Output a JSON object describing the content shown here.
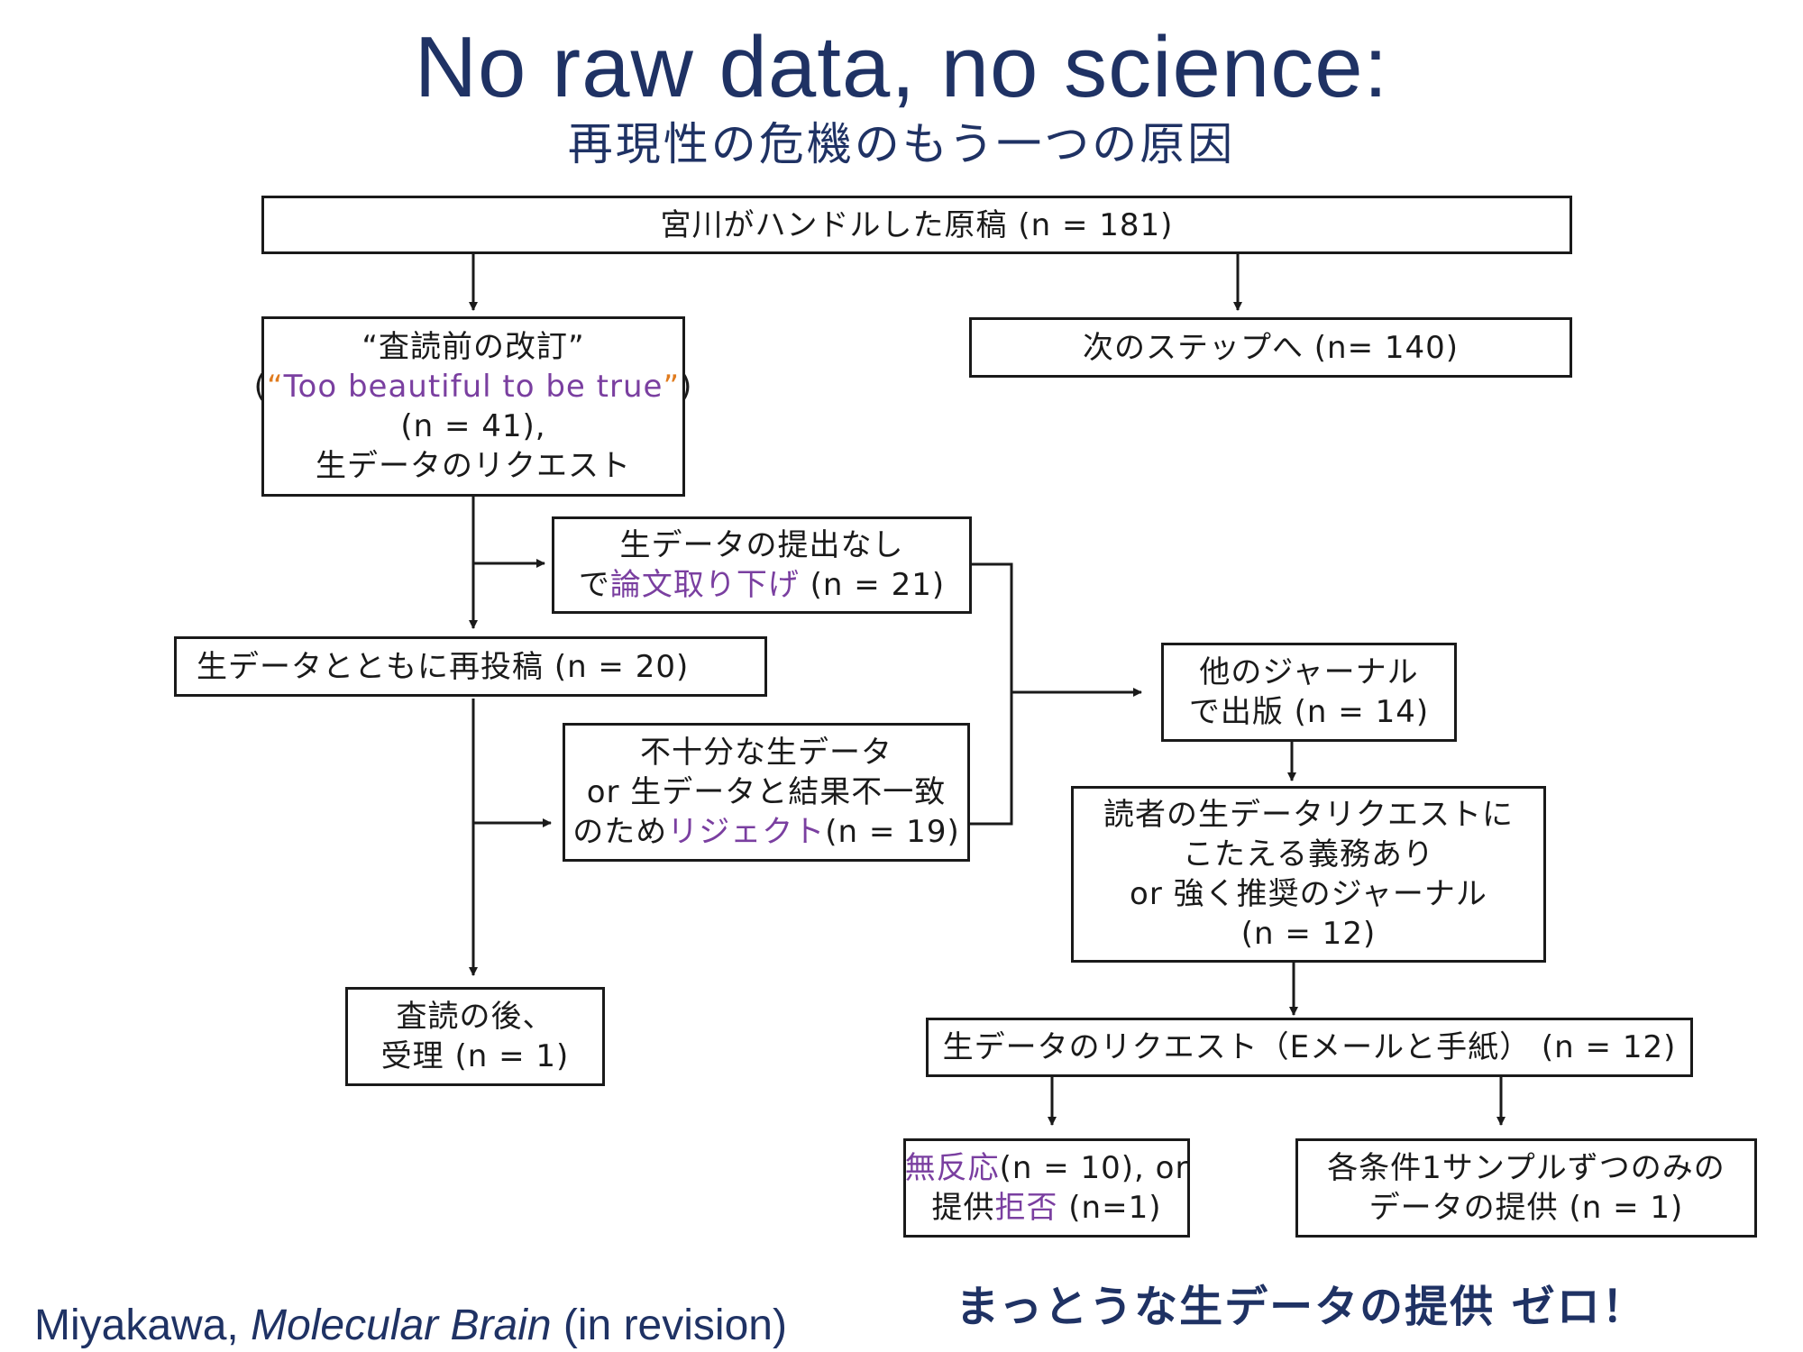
{
  "title": "No raw data, no science:",
  "subtitle": "再現性の危機のもう一つの原因",
  "nodes": {
    "manuscripts": {
      "text": "宮川がハンドルした原稿",
      "count": "(n = 181)"
    },
    "next_step": {
      "text": "次のステップへ",
      "count": "(n= 140)"
    },
    "revise_before_review": {
      "line1": "“査読前の改訂”",
      "open_paren": "(",
      "quote_open": "“",
      "highlight": "Too beautiful to be true",
      "quote_close": "”",
      "close_paren": ")",
      "count": "(n = 41),",
      "line4": "生データのリクエスト"
    },
    "withdrawn": {
      "line1": "生データの提出なし",
      "prefix": "で",
      "highlight": "論文取り下げ",
      "count": "(n = 21)"
    },
    "resubmitted": {
      "text": "生データとともに再投稿",
      "count": "(n = 20)"
    },
    "rejected": {
      "line1": "不十分な生データ",
      "line2": "or 生データと結果不一致",
      "prefix": "のため",
      "highlight": "リジェクト",
      "count": "(n = 19)"
    },
    "accepted": {
      "line1": "査読の後、",
      "line2": "受理",
      "count": "(n = 1)"
    },
    "other_journals": {
      "line1": "他のジャーナル",
      "line2": "で出版",
      "count": "(n = 14)"
    },
    "obligated_journals": {
      "line1": "読者の生データリクエストに",
      "line2": "こたえる義務あり",
      "line3": "or 強く推奨のジャーナル",
      "count": "(n = 12)"
    },
    "data_request": {
      "text": "生データのリクエスト（Eメールと手紙）",
      "count": "(n = 12)"
    },
    "no_response": {
      "highlight1": "無反応",
      "count1": "(n = 10), or",
      "prefix2": "提供",
      "highlight2": "拒否",
      "count2": "(n=1)"
    },
    "one_sample": {
      "line1": "各条件1サンプルずつのみの",
      "line2": "データの提供",
      "count": "(n = 1)"
    }
  },
  "conclusion": "まっとうな生データの提供 ゼロ！",
  "citation": {
    "author": "Miyakawa,",
    "journal": "Molecular Brain",
    "status": "(in revision)"
  },
  "colors": {
    "title": "#1f3264",
    "accent": "#7a3fa0",
    "quote_marks": "#e07b1e",
    "border": "#1a1a1a"
  }
}
